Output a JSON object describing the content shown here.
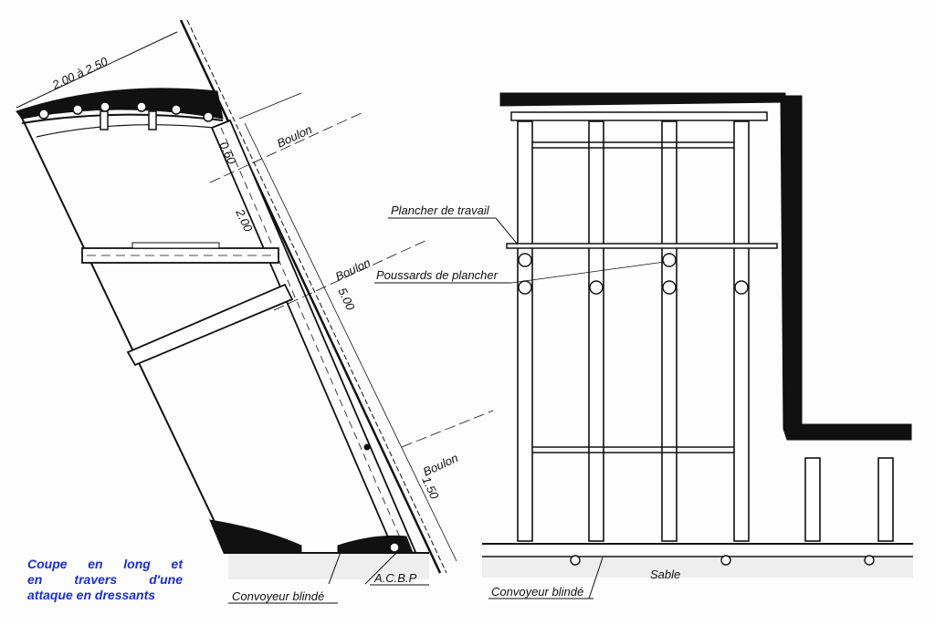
{
  "caption": [
    "Coupe en long et",
    "en travers d'une",
    "attaque en dressants"
  ],
  "labels": {
    "width_dim": "2.00 à 2.50",
    "dim_060": "0.60",
    "dim_200": "2.00",
    "dim_500": "5.00",
    "dim_150": "1.50",
    "boulon_1": "Boulon",
    "boulon_2": "Boulon",
    "boulon_3": "Boulon",
    "acbp": "A.C.B.P",
    "convoyeur_left": "Convoyeur blindé",
    "convoyeur_right": "Convoyeur blindé",
    "plancher": "Plancher de travail",
    "poussards": "Poussards de plancher",
    "sable": "Sable"
  },
  "colors": {
    "ink": "#111111",
    "caption": "#1a2fd0",
    "sand": "#d8d8d8"
  }
}
